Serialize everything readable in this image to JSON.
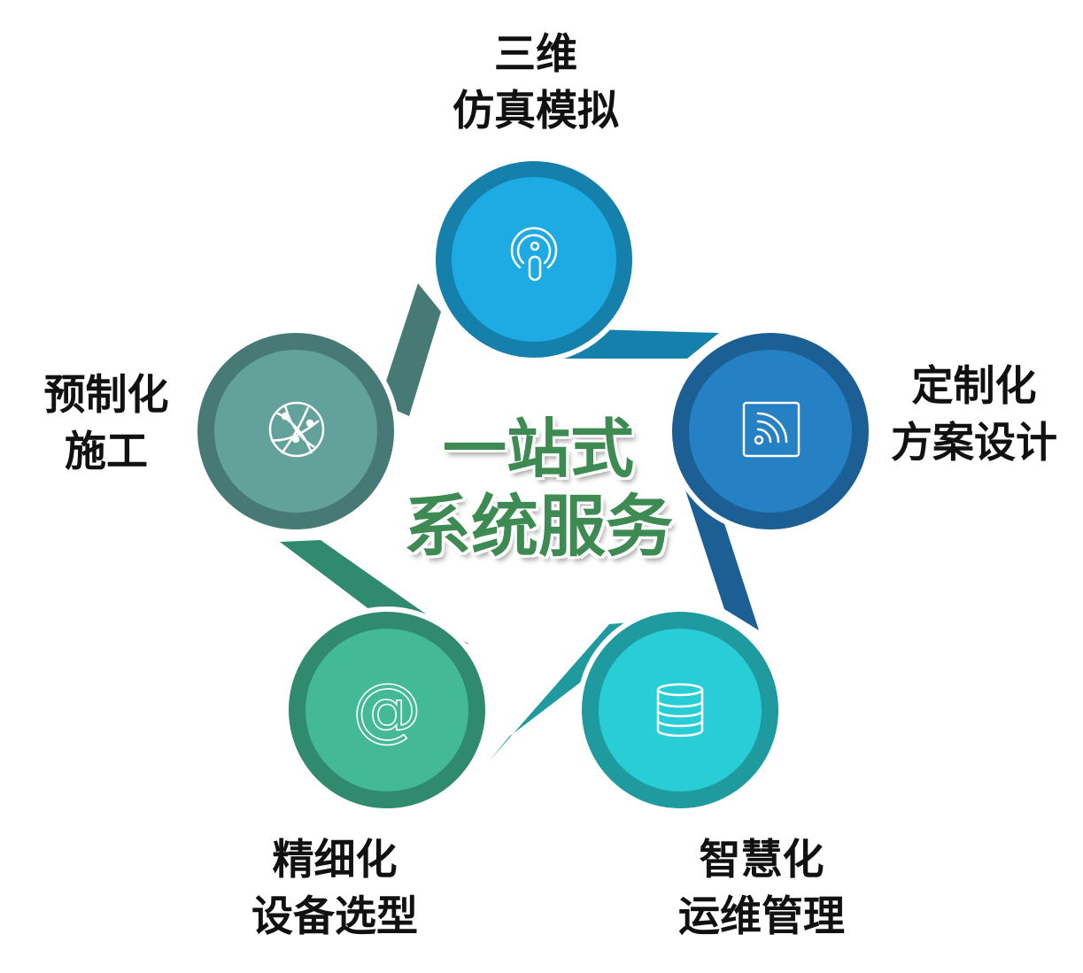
{
  "title": {
    "line1": "一站式",
    "line2": "系统服务"
  },
  "nodes": [
    {
      "line1": "三维",
      "line2": "仿真模拟",
      "icon": "podcast-icon",
      "outer": "#1680ad",
      "inner": "#1eaae2"
    },
    {
      "line1": "定制化",
      "line2": "方案设计",
      "icon": "rss-feed-icon",
      "outer": "#1c5f94",
      "inner": "#2580c4"
    },
    {
      "line1": "智慧化",
      "line2": "运维管理",
      "icon": "database-icon",
      "outer": "#1f9ba0",
      "inner": "#29cdd6"
    },
    {
      "line1": "精细化",
      "line2": "设备选型",
      "icon": "at-sign-icon",
      "outer": "#2f8a6e",
      "inner": "#44b996"
    },
    {
      "line1": "预制化",
      "line2": "施工",
      "icon": "globe-network-icon",
      "outer": "#477a74",
      "inner": "#62a29a"
    }
  ]
}
